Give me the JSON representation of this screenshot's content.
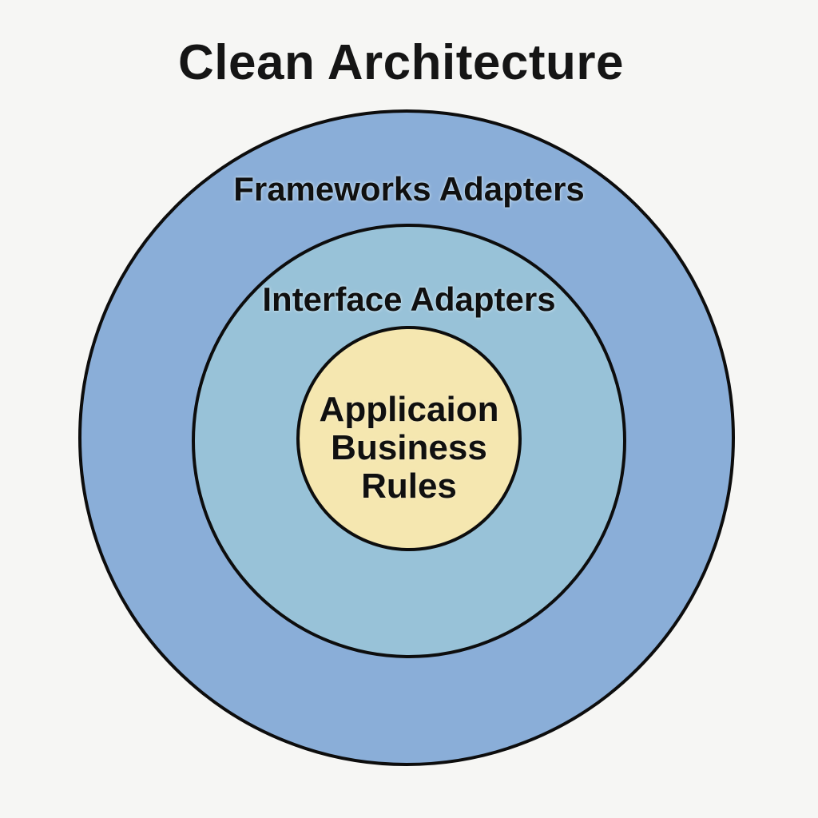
{
  "title": "Clean Architecture",
  "diagram": {
    "type": "concentric-circles",
    "layers": {
      "outer": {
        "label": "Frameworks Adapters",
        "fill": "#8aaed8"
      },
      "middle": {
        "label": "Interface Adapters",
        "fill": "#98c2d8"
      },
      "inner": {
        "lines": [
          "Applicaion",
          "Business",
          "Rules"
        ],
        "fill": "#f5e7b0"
      }
    }
  },
  "colors": {
    "background": "#f6f6f4",
    "stroke": "#0d0d0d",
    "text": "#101010"
  }
}
